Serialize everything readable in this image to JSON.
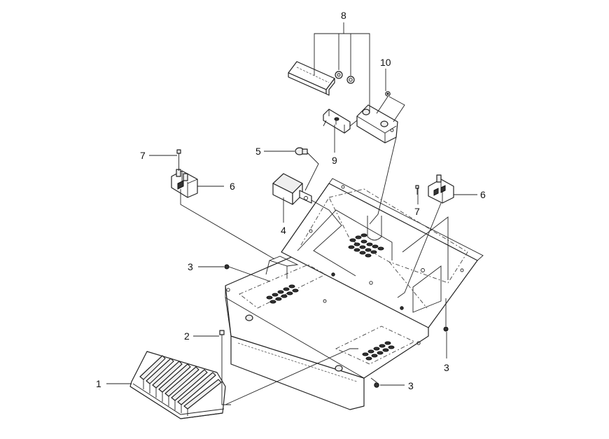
{
  "callouts": {
    "c1": "1",
    "c2": "2",
    "c3a": "3",
    "c3b": "3",
    "c3c": "3",
    "c4": "4",
    "c5": "5",
    "c6a": "6",
    "c6b": "6",
    "c7a": "7",
    "c7b": "7",
    "c8": "8",
    "c9": "9",
    "c10": "10"
  }
}
